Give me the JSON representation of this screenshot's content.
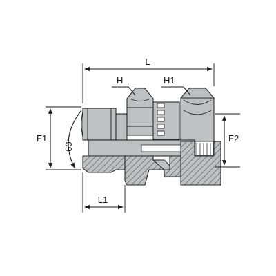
{
  "diagram": {
    "labels": {
      "L": "L",
      "H": "H",
      "H1": "H1",
      "F1": "F1",
      "F2": "F2",
      "L1": "L1",
      "angle": "60°"
    },
    "colors": {
      "metal_fill": "#bfc0c2",
      "hatch": "#5b5b5b",
      "dark": "#1a1a1a",
      "background": "#ffffff"
    }
  }
}
